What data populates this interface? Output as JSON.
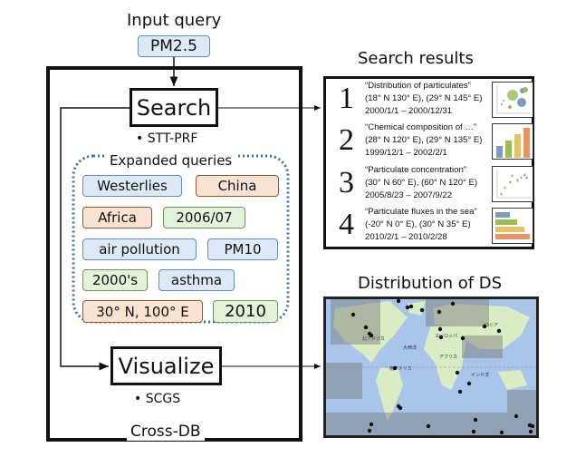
{
  "input": {
    "title": "Input query",
    "query": "PM2.5"
  },
  "system": {
    "label": "Cross-DB",
    "search": {
      "label": "Search",
      "method": "STT-PRF"
    },
    "expanded": {
      "title": "Expanded queries",
      "tags": [
        {
          "text": "Westerlies",
          "color": "blue"
        },
        {
          "text": "China",
          "color": "orange"
        },
        {
          "text": "Africa",
          "color": "orange"
        },
        {
          "text": "2006/07",
          "color": "green"
        },
        {
          "text": "air pollution",
          "color": "blue"
        },
        {
          "text": "PM10",
          "color": "blue"
        },
        {
          "text": "2000's",
          "color": "green"
        },
        {
          "text": "asthma",
          "color": "blue"
        },
        {
          "text": "30° N, 100° E",
          "color": "orange"
        },
        {
          "text": "2010",
          "color": "green"
        }
      ]
    },
    "visualize": {
      "label": "Visualize",
      "method": "SCGS"
    }
  },
  "results": {
    "title": "Search results",
    "items": [
      {
        "rank": "1",
        "name": "“Distribution of  particulates”",
        "coords": "(18° N 130° E), (29° N 145° E)",
        "dates": "2000/1/1 – 2000/12/31",
        "thumb": "bubble-chart"
      },
      {
        "rank": "2",
        "name": "“Chemical composition of …”",
        "coords": "(28° N 120° E), (29° N 135° E)",
        "dates": "1999/12/1 – 2002/2/1",
        "thumb": "bar-chart"
      },
      {
        "rank": "3",
        "name": "“Particulate concentration”",
        "coords": "(30° N 60° E), (60° N 120° E)",
        "dates": "2005/8/23 – 2007/9/22",
        "thumb": "scatter-plot"
      },
      {
        "rank": "4",
        "name": "“Particulate  fluxes in the sea”",
        "coords": "(-20° N 0° E), (30° N 35° E)",
        "dates": "2010/2/1 – 2010/2/28",
        "thumb": "horizontal-bar-chart"
      }
    ]
  },
  "map": {
    "title": "Distribution of DS",
    "labels": [
      "北アメリカ",
      "大西洋",
      "アフリカ",
      "ヨーロッパ",
      "ロシア",
      "南アメリカ",
      "インド洋"
    ]
  },
  "colors": {
    "tag_blue": "#dde9f6",
    "tag_orange": "#f9e3d3",
    "tag_green": "#e3f2da",
    "dotted": "#41719c",
    "ocean": "#a9c6ea",
    "land": "#d9ecc4"
  }
}
